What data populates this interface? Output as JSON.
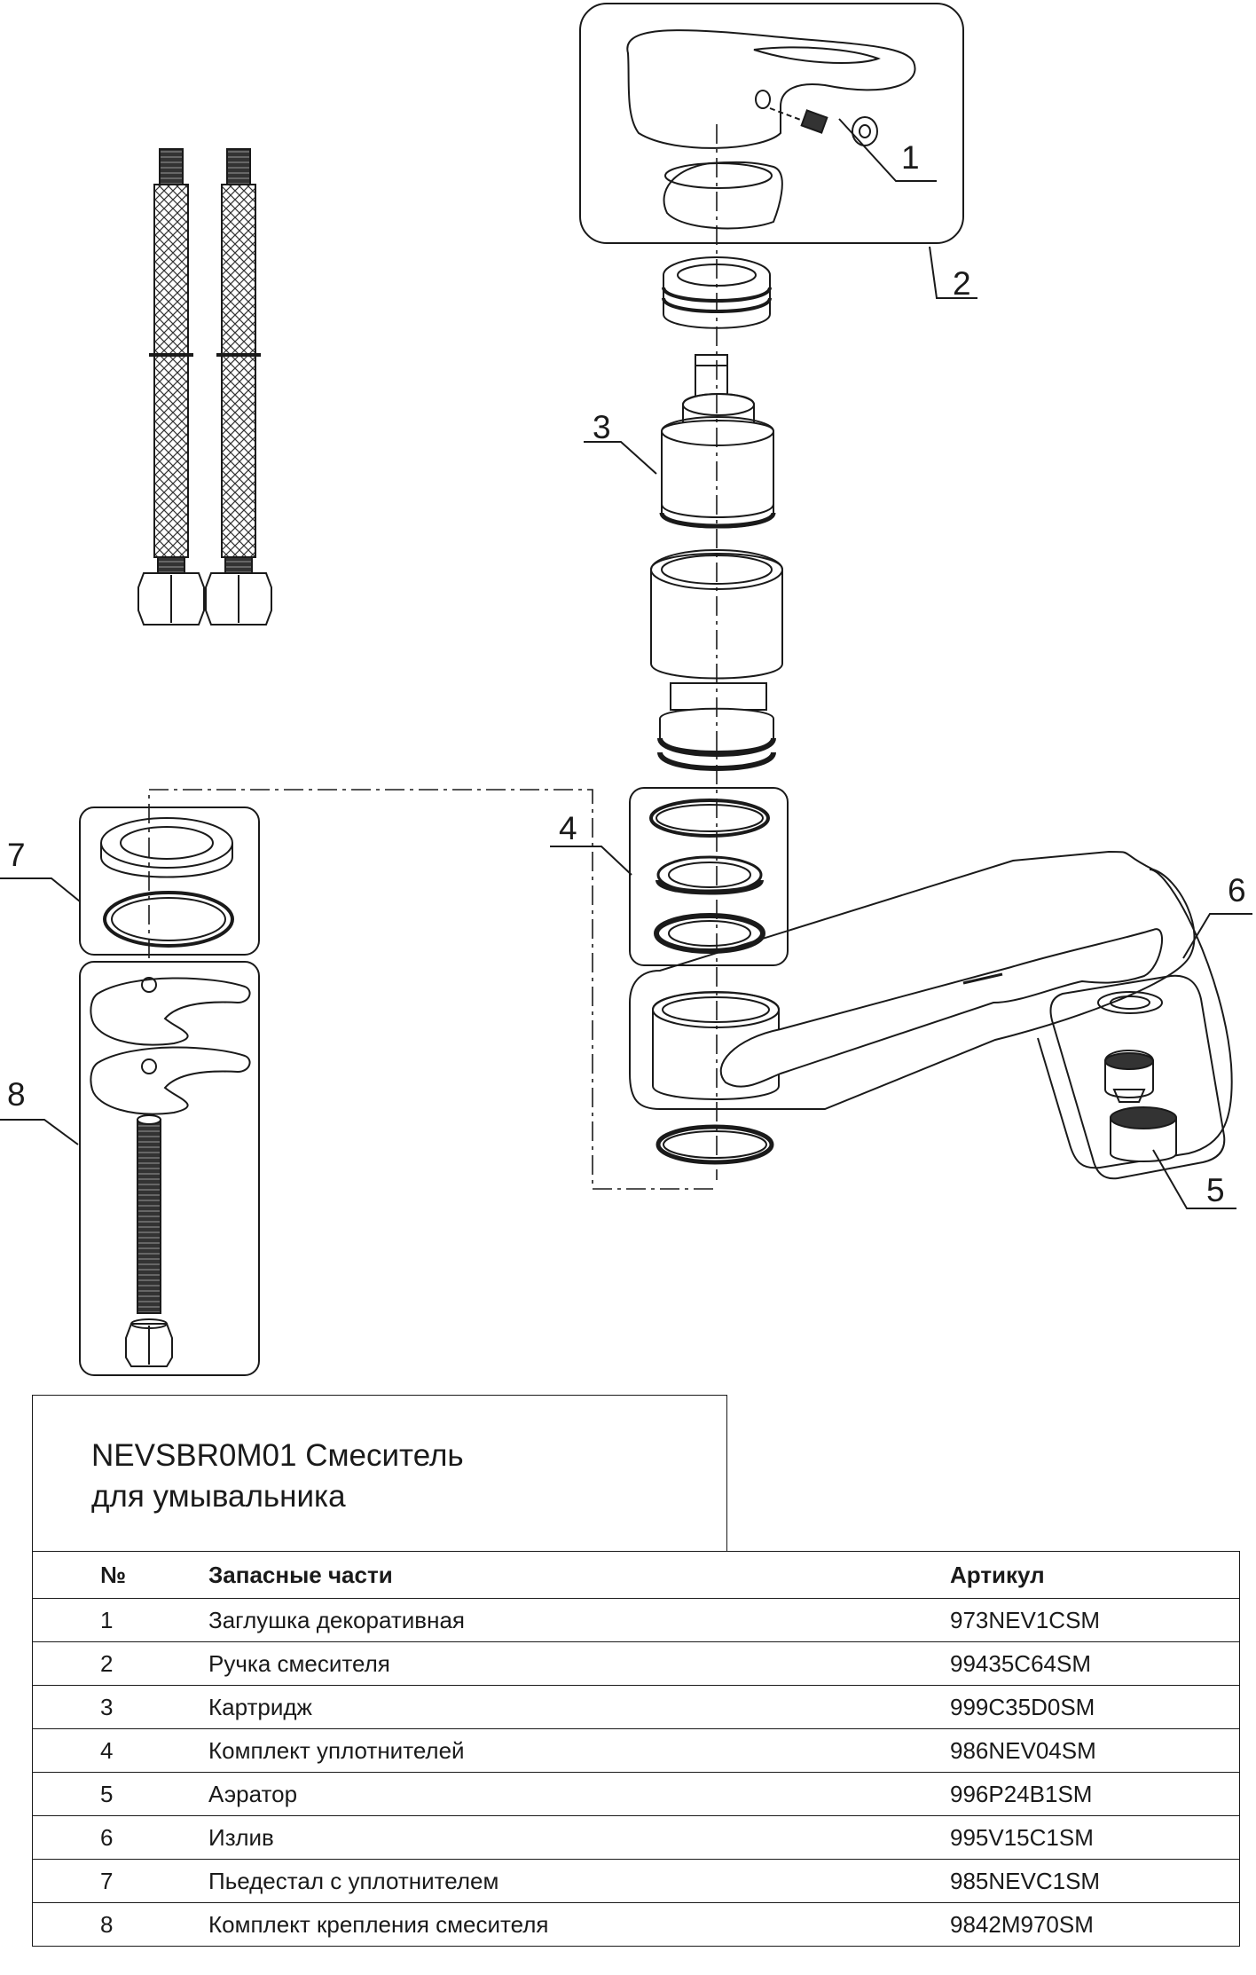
{
  "title": {
    "line1": "NEVSBR0M01 Смеситель",
    "line2": "для умывальника"
  },
  "callouts": [
    "1",
    "2",
    "3",
    "4",
    "5",
    "6",
    "7",
    "8"
  ],
  "table": {
    "headers": {
      "num": "№",
      "name": "Запасные части",
      "sku": "Артикул"
    },
    "rows": [
      {
        "num": "1",
        "name": "Заглушка декоративная",
        "sku": "973NEV1CSM"
      },
      {
        "num": "2",
        "name": "Ручка смесителя",
        "sku": "99435C64SM"
      },
      {
        "num": "3",
        "name": "Картридж",
        "sku": "999C35D0SM"
      },
      {
        "num": "4",
        "name": "Комплект уплотнителей",
        "sku": "986NEV04SM"
      },
      {
        "num": "5",
        "name": "Аэратор",
        "sku": "996P24B1SM"
      },
      {
        "num": "6",
        "name": "Излив",
        "sku": "995V15C1SM"
      },
      {
        "num": "7",
        "name": "Пьедестал с уплотнителем",
        "sku": "985NEVC1SM"
      },
      {
        "num": "8",
        "name": "Комплект крепления смесителя",
        "sku": "9842M970SM"
      }
    ]
  }
}
